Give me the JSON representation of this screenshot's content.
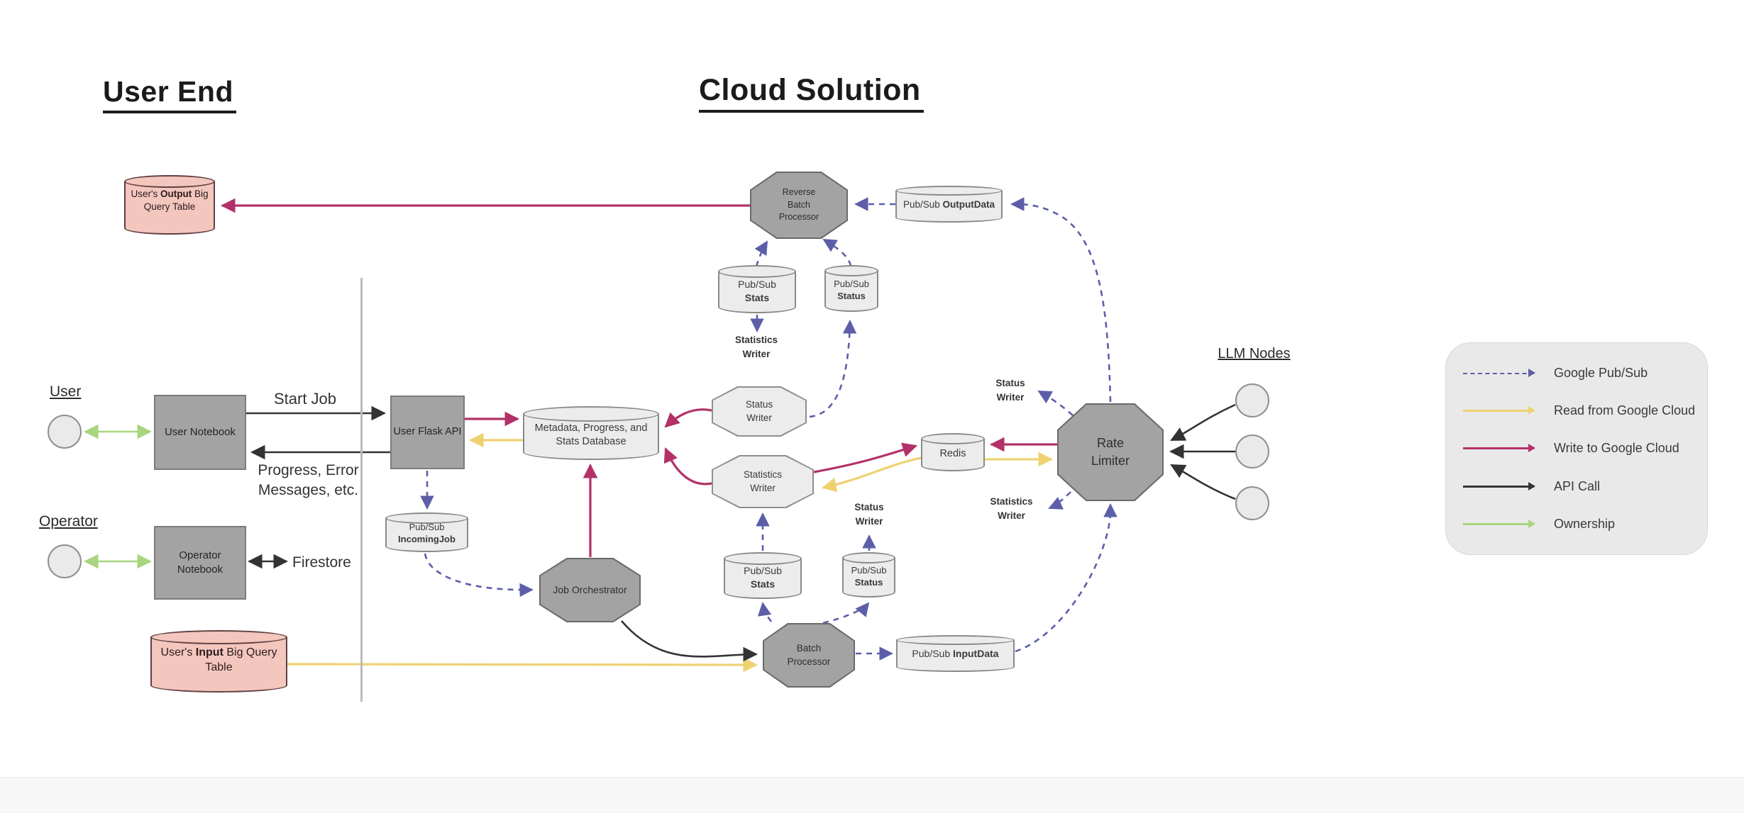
{
  "colors": {
    "pubsub": "#5c5fa8",
    "read": "#eed272",
    "write": "#b23168",
    "api": "#333333",
    "own": "#a8d57f",
    "node-gray": "#a3a3a3",
    "node-light": "#ececec",
    "pink": "#f3c6be"
  },
  "titles": {
    "user_end": "User End",
    "cloud_solution": "Cloud Solution",
    "llm_nodes": "LLM Nodes"
  },
  "actors": {
    "user": "User",
    "operator": "Operator"
  },
  "nodes": {
    "user_notebook": "User Notebook",
    "operator_notebook": "Operator Notebook",
    "user_flask_api": "User Flask API",
    "metadata_db": "Metadata, Progress, and Stats Database",
    "job_orchestrator": "Job Orchestrator",
    "batch_processor": "Batch Processor",
    "reverse_batch_processor": "Reverse Batch Processor",
    "rate_limiter": "Rate Limiter",
    "status_writer": "Status Writer",
    "statistics_writer": "Statistics Writer",
    "redis": "Redis",
    "output_table": {
      "prefix": "User's ",
      "bold": "Output",
      "suffix": " Big Query Table"
    },
    "input_table": {
      "prefix": "User's ",
      "bold": "Input",
      "suffix": " Big Query Table"
    },
    "pubsub_stats": {
      "line1": "Pub/Sub",
      "line2": "Stats"
    },
    "pubsub_status": {
      "line1": "Pub/Sub",
      "line2": "Status"
    },
    "pubsub_incomingjob": {
      "line1": "Pub/Sub",
      "line2": "IncomingJob"
    },
    "pubsub_outputdata": {
      "prefix": "Pub/Sub ",
      "bold": "OutputData"
    },
    "pubsub_inputdata": {
      "prefix": "Pub/Sub ",
      "bold": "InputData"
    }
  },
  "annotations": {
    "statistics_writer_top": "Statistics Writer",
    "status_writer_near_rl": "Status Writer",
    "statistics_writer_near_rl": "Statistics Writer",
    "status_writer_lower": "Status Writer",
    "start_job": "Start Job",
    "progress_messages": "Progress, Error Messages, etc.",
    "firestore": "Firestore"
  },
  "legend": {
    "items": [
      {
        "label": "Google Pub/Sub",
        "color": "#5c5fa8",
        "style": "dashed"
      },
      {
        "label": "Read from Google Cloud",
        "color": "#eed272",
        "style": "solid"
      },
      {
        "label": "Write to Google Cloud",
        "color": "#b23168",
        "style": "solid"
      },
      {
        "label": "API Call",
        "color": "#333333",
        "style": "solid"
      },
      {
        "label": "Ownership",
        "color": "#a8d57f",
        "style": "solid"
      }
    ]
  }
}
